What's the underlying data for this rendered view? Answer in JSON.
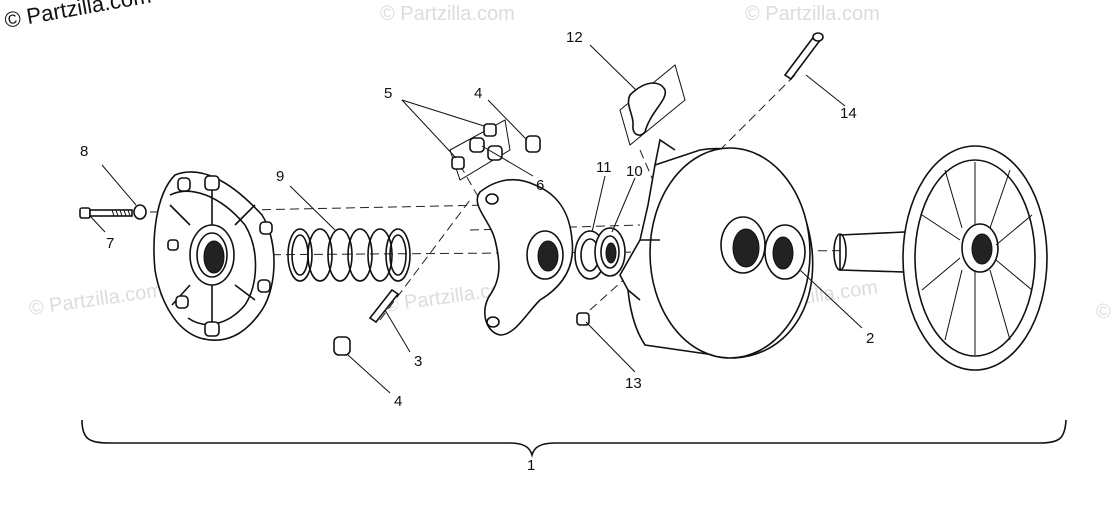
{
  "watermarks": {
    "main": "© Partzilla.com",
    "faint": [
      "© Partzilla.com",
      "© Partzilla.com",
      "© Partzilla.com",
      "© Partzilla.com",
      "© Partzilla.com",
      "©"
    ]
  },
  "callouts": [
    "1",
    "2",
    "3",
    "4",
    "4",
    "5",
    "6",
    "7",
    "8",
    "9",
    "10",
    "11",
    "12",
    "13",
    "14"
  ]
}
